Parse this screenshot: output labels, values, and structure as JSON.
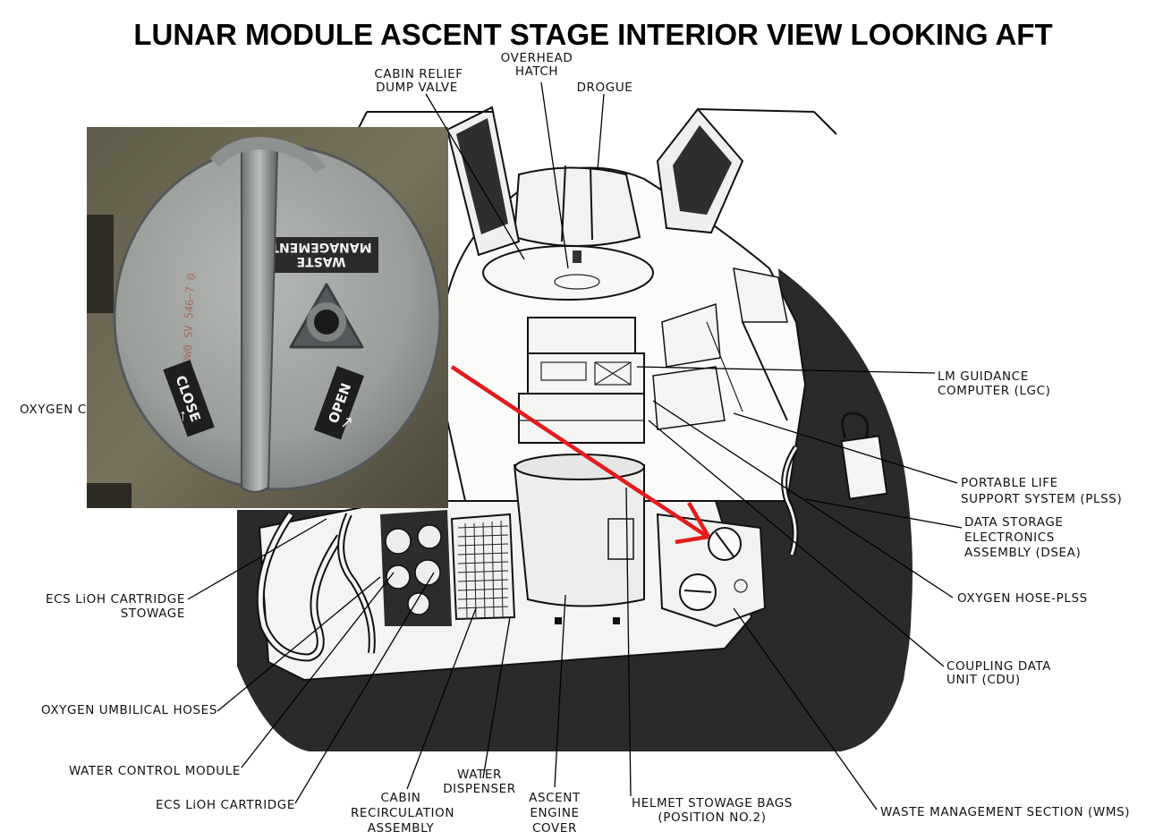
{
  "title": "LUNAR MODULE ASCENT STAGE INTERIOR VIEW LOOKING AFT",
  "labels": {
    "cabin_relief_1": "CABIN RELIEF",
    "cabin_relief_2": "DUMP VALVE",
    "overhead_1": "OVERHEAD",
    "overhead_2": "HATCH",
    "drogue": "DROGUE",
    "lgc_1": "LM GUIDANCE",
    "lgc_2": "COMPUTER (LGC)",
    "plss_1": "PORTABLE LIFE",
    "plss_2": "SUPPORT SYSTEM (PLSS)",
    "dsea_1": "DATA STORAGE",
    "dsea_2": "ELECTRONICS",
    "dsea_3": "ASSEMBLY (DSEA)",
    "oxygen_hose_plss": "OXYGEN HOSE-PLSS",
    "cdu_1": "COUPLING DATA",
    "cdu_2": "UNIT (CDU)",
    "wms": "WASTE MANAGEMENT SECTION (WMS)",
    "helmet_1": "HELMET STOWAGE BAGS",
    "helmet_2": "(POSITION NO.2)",
    "ascent_1": "ASCENT",
    "ascent_2": "ENGINE",
    "ascent_3": "COVER",
    "water_disp_1": "WATER",
    "water_disp_2": "DISPENSER",
    "cabin_recirc_1": "CABIN",
    "cabin_recirc_2": "RECIRCULATION",
    "cabin_recirc_3": "ASSEMBLY",
    "ecs_lioh_cart": "ECS LiOH CARTRIDGE",
    "water_ctrl": "WATER CONTROL MODULE",
    "oxy_umbilical": "OXYGEN UMBILICAL HOSES",
    "ecs_stow_1": "ECS LiOH CARTRIDGE",
    "ecs_stow_2": "STOWAGE",
    "oxygen_partial": "OXYGEN C"
  },
  "inset": {
    "cap_label_1": "WASTE",
    "cap_label_2": "MANAGEMENT",
    "close": "CLOSE",
    "open": "OPEN"
  },
  "colors": {
    "arrow": "#e21b1b",
    "floor": "#2a2a2a",
    "photo_bg": "#6e6a55"
  }
}
